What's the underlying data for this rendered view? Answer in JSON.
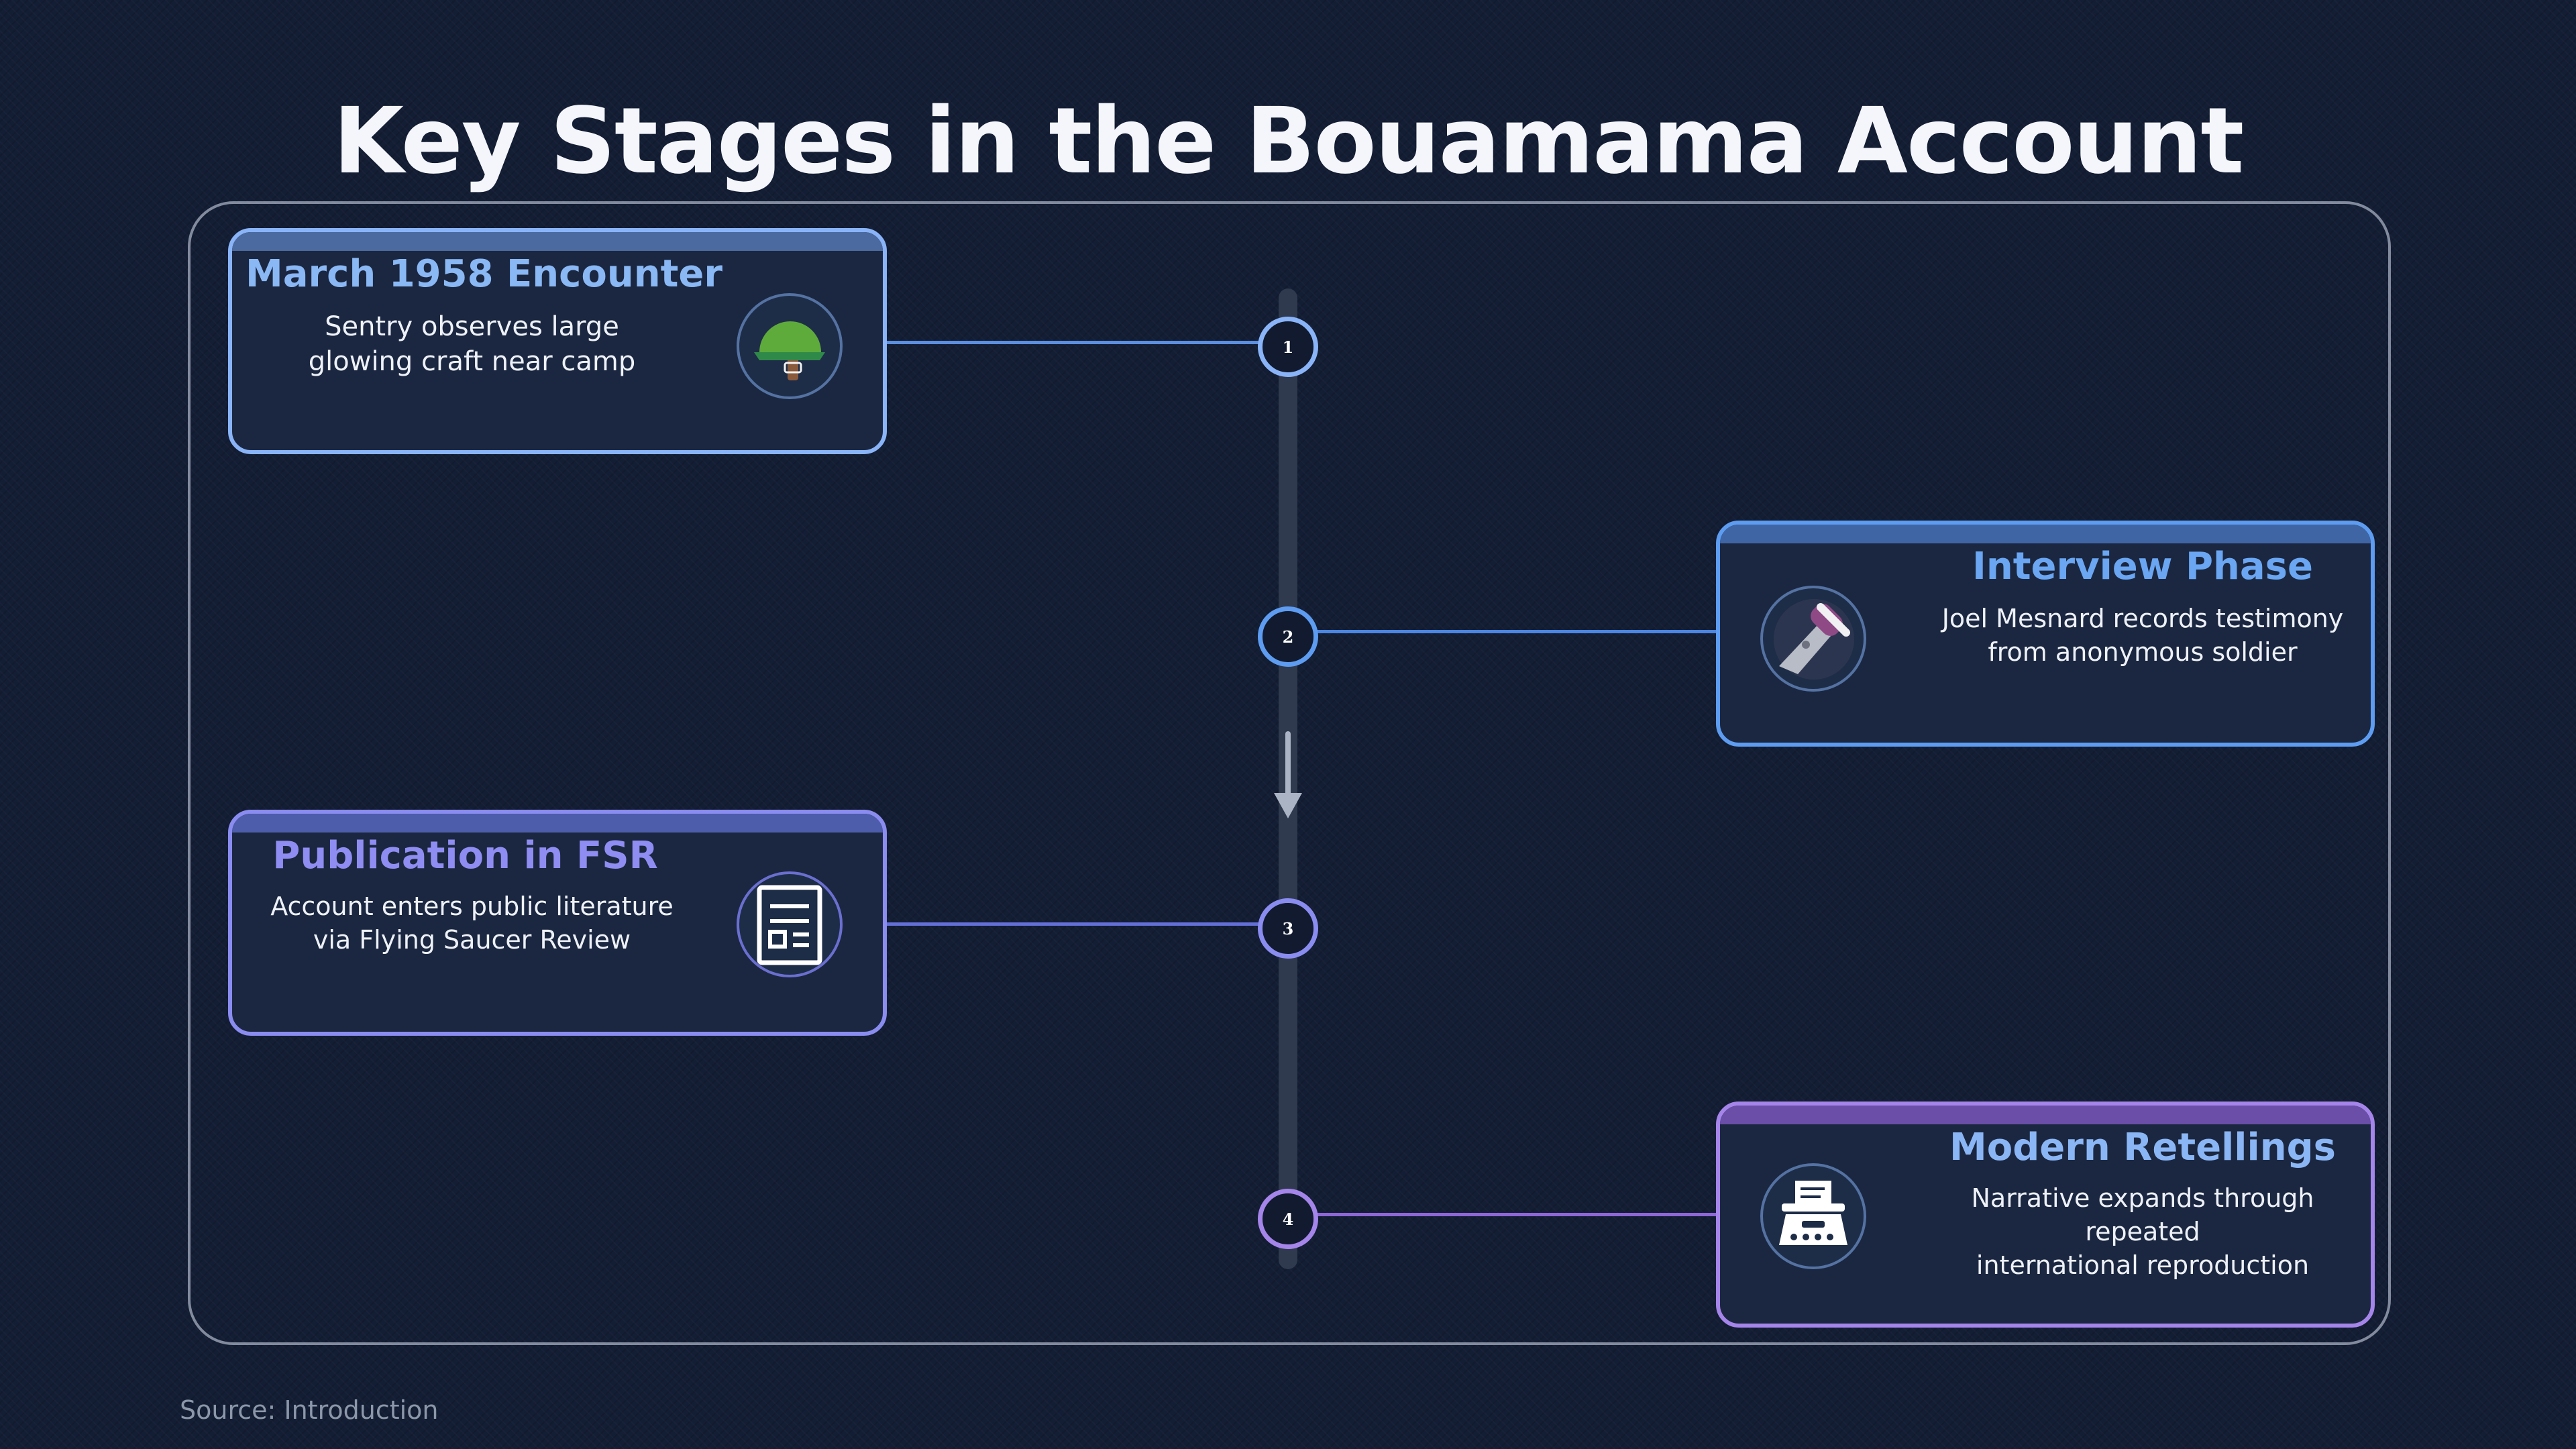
{
  "title": "Key Stages in the Bouamama Account",
  "stages": [
    {
      "number": "1",
      "title": "March 1958 Encounter",
      "description": [
        "Sentry observes large",
        "glowing craft near camp"
      ],
      "icon": "helmet-icon",
      "side": "left",
      "accent": "#8ab4f8",
      "title_color": "#8ab8f5"
    },
    {
      "number": "2",
      "title": "Interview Phase",
      "description": [
        "Joel Mesnard records testimony",
        "from anonymous soldier"
      ],
      "icon": "microphone-icon",
      "side": "right",
      "accent": "#5d9cf0",
      "title_color": "#6aa6f2"
    },
    {
      "number": "3",
      "title": "Publication in FSR",
      "description": [
        "Account enters public literature",
        "via Flying Saucer Review"
      ],
      "icon": "newspaper-icon",
      "side": "left",
      "accent": "#8a8cf0",
      "title_color": "#8f8cf2"
    },
    {
      "number": "4",
      "title": "Modern Retellings",
      "description": [
        "Narrative expands through repeated",
        "international reproduction"
      ],
      "icon": "typewriter-icon",
      "side": "right",
      "accent": "#a585ea",
      "title_color": "#8bb6f5"
    }
  ],
  "source": "Source: Introduction"
}
